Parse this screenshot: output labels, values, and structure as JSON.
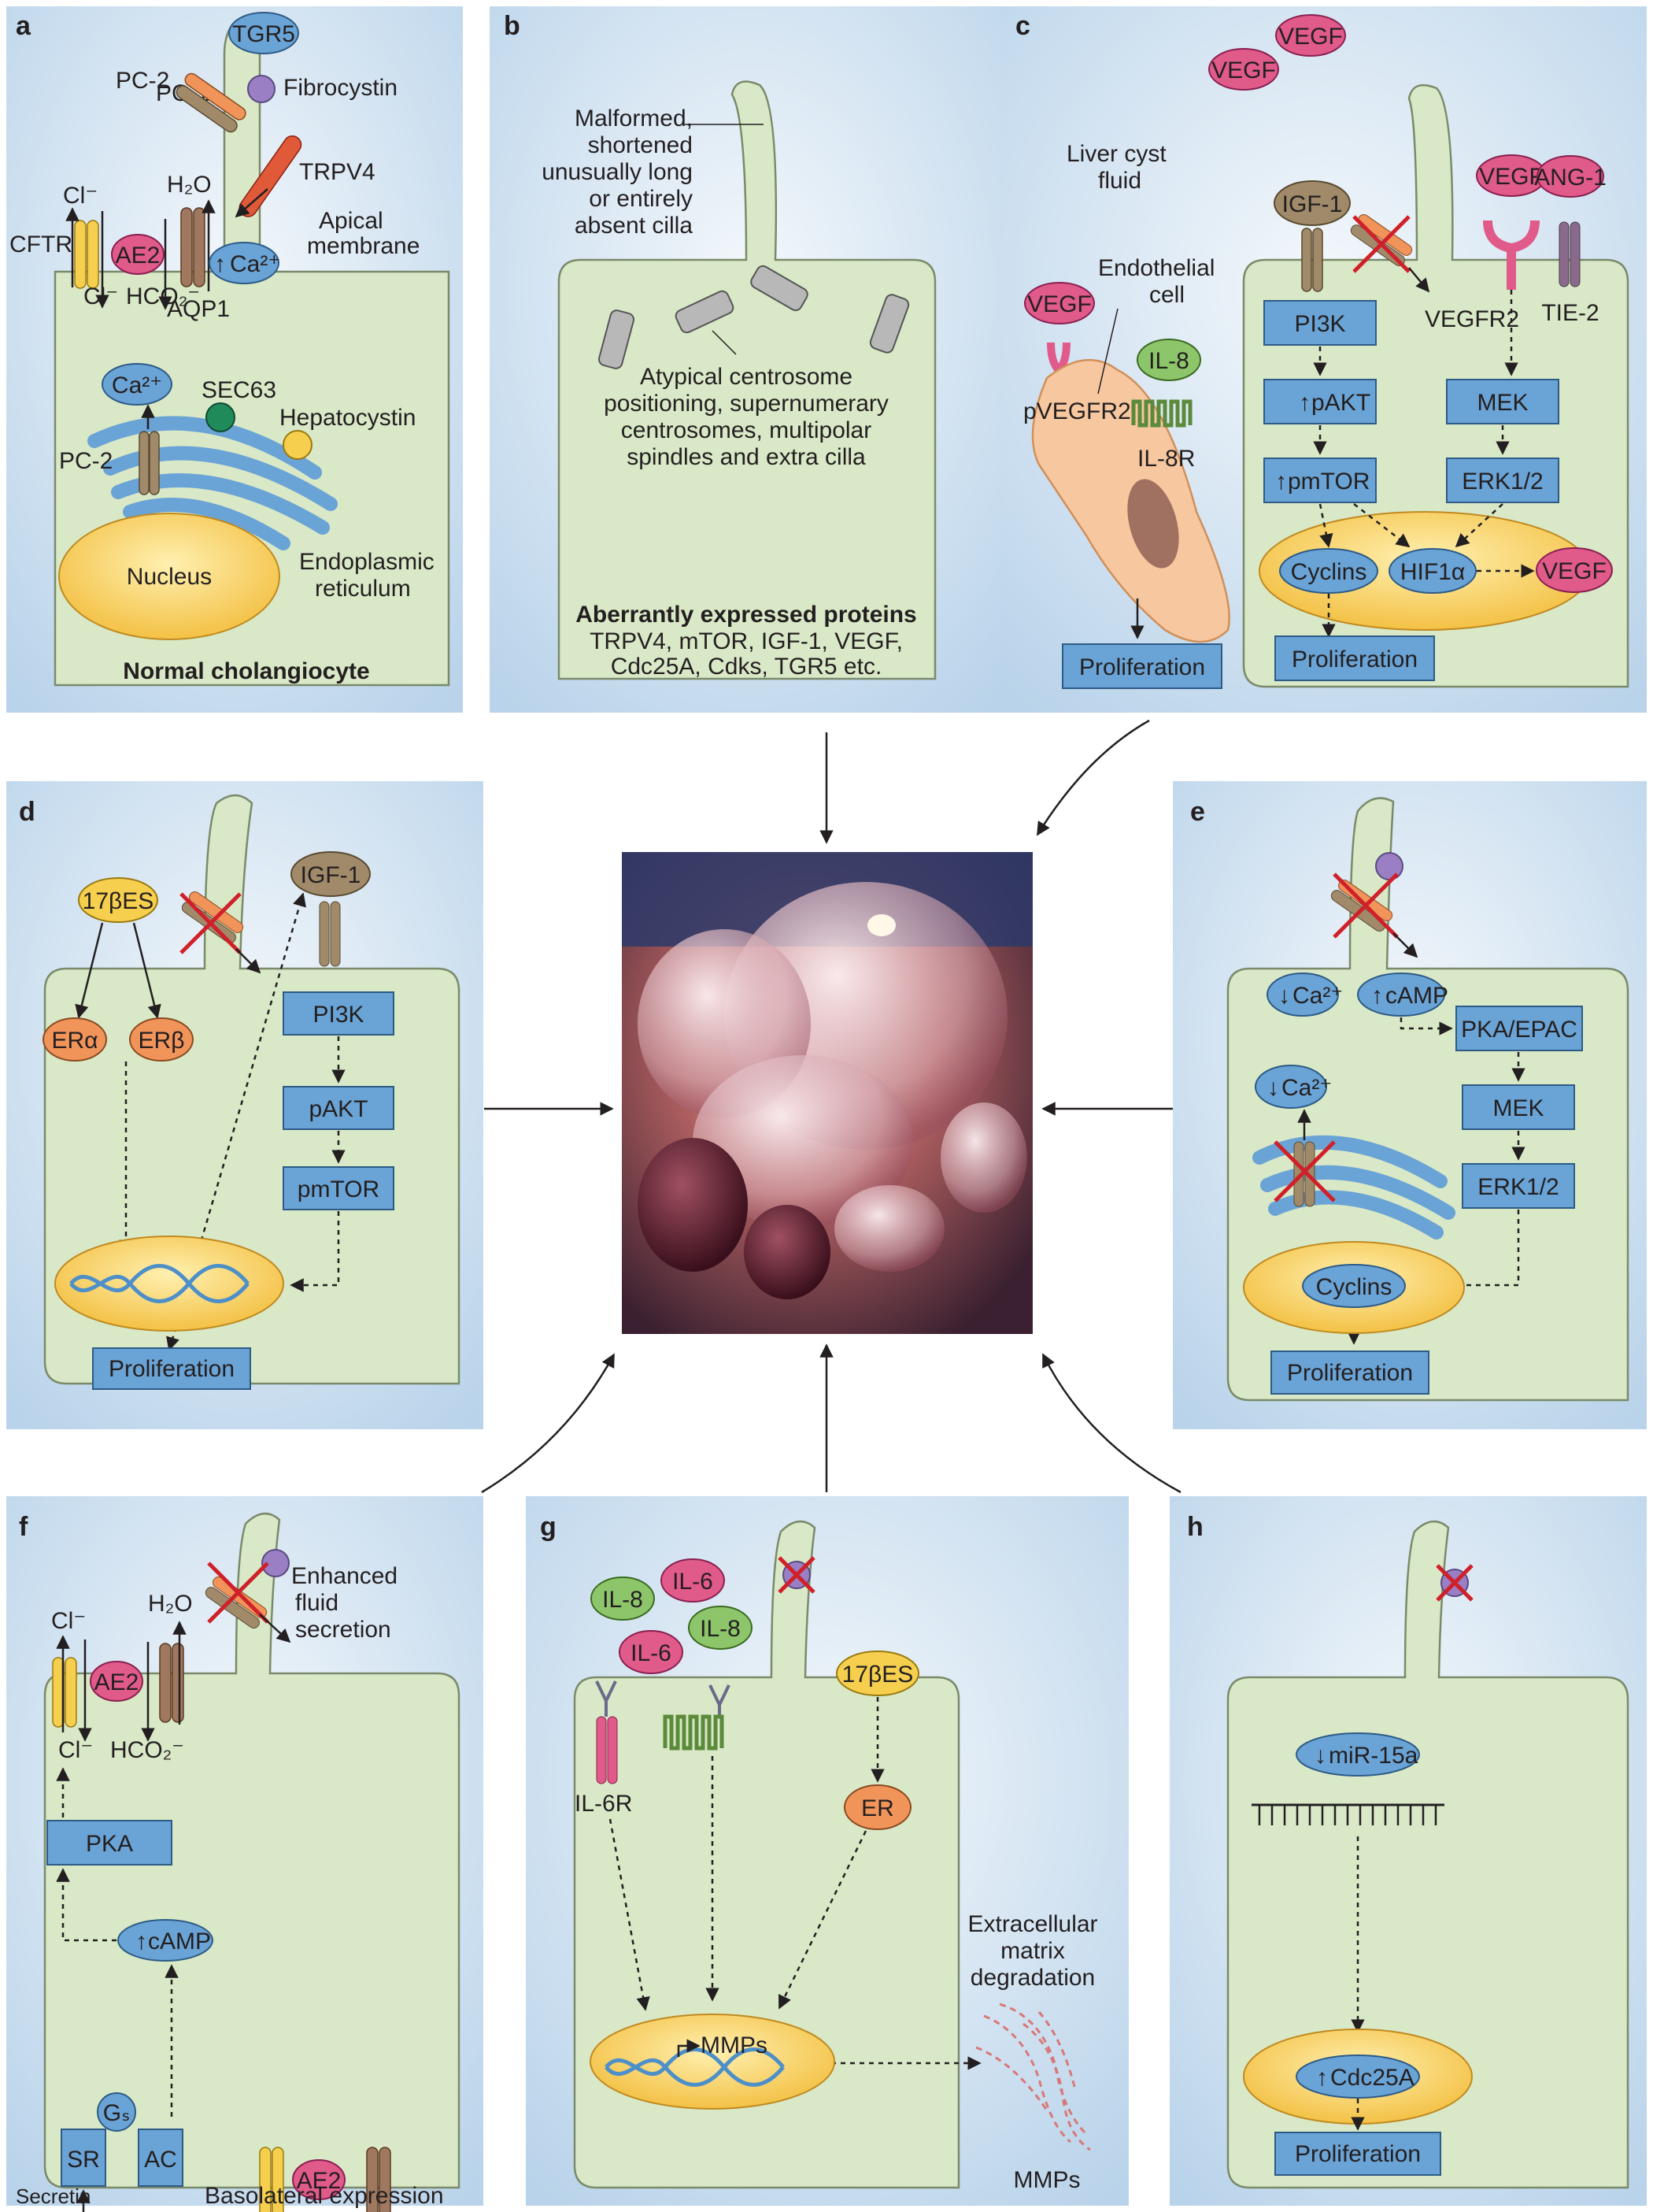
{
  "panels": {
    "a": {
      "letter": "a",
      "labels": {
        "tgr5": "TGR5",
        "pc1": "PC-1",
        "pc2_top": "PC-2",
        "fibrocystin": "Fibrocystin",
        "trpv4": "TRPV4",
        "cl_top": "Cl⁻",
        "h2o": "H₂O",
        "apical": "Apical",
        "membrane": "membrane",
        "cftr": "CFTR",
        "ae2": "AE2",
        "ca": "Ca²⁺",
        "cl_bottom": "Cl⁻",
        "hco2": "HCO₂⁻",
        "aqp1": "AQP1",
        "ca_er": "Ca²⁺",
        "sec63": "SEC63",
        "hepatocystin": "Hepatocystin",
        "pc2_er": "PC-2",
        "nucleus": "Nucleus",
        "er1": "Endoplasmic",
        "er2": "reticulum"
      },
      "caption": "Normal cholangiocyte"
    },
    "b": {
      "letter": "b",
      "cilia_note": [
        "Malformed,",
        "shortened",
        "unusually long",
        "or entirely",
        "absent cilla"
      ],
      "centrosome_note": [
        "Atypical centrosome",
        "positioning, supernumerary",
        "centrosomes, multipolar",
        "spindles and extra cilla"
      ],
      "proteins_title": "Aberrantly expressed proteins",
      "proteins": [
        "TRPV4, mTOR, IGF-1, VEGF,",
        "Cdc25A, Cdks, TGR5 etc."
      ]
    },
    "c": {
      "letter": "c",
      "vegf": "VEGF",
      "fluid1": "Liver cyst",
      "fluid2": "fluid",
      "igf1": "IGF-1",
      "ang1": "ANG-1",
      "endo1": "Endothelial",
      "endo2": "cell",
      "il8": "IL-8",
      "pvegfr2": "pVEGFR2",
      "il8r": "IL-8R",
      "vegfr2": "VEGFR2",
      "tie2": "TIE-2",
      "pi3k": "PI3K",
      "pakt": "pAKT",
      "pmtor": "pmTOR",
      "mek": "MEK",
      "erk": "ERK1/2",
      "cyclins": "Cyclins",
      "hif": "HIF1α",
      "proliferation": "Proliferation",
      "up": "↑"
    },
    "d": {
      "letter": "d",
      "es": "17βES",
      "igf1": "IGF-1",
      "era": "ERα",
      "erb": "ERβ",
      "pi3k": "PI3K",
      "pakt": "pAKT",
      "pmtor": "pmTOR",
      "proliferation": "Proliferation"
    },
    "e": {
      "letter": "e",
      "ca": "Ca²⁺",
      "camp": "cAMP",
      "pka": "PKA/EPAC",
      "mek": "MEK",
      "erk": "ERK1/2",
      "cyclins": "Cyclins",
      "proliferation": "Proliferation",
      "down": "↓",
      "up": "↑"
    },
    "f": {
      "letter": "f",
      "enh1": "Enhanced",
      "enh2": "fluid",
      "enh3": "secretion",
      "cl_top": "Cl⁻",
      "h2o": "H₂O",
      "ae2": "AE2",
      "cl_bottom": "Cl⁻",
      "hco2": "HCO₂⁻",
      "pka": "PKA",
      "camp": "cAMP",
      "gs": "Gₛ",
      "sr": "SR",
      "ac": "AC",
      "secretin": "Secretin",
      "baso": "Basolateral expression",
      "up": "↑"
    },
    "g": {
      "letter": "g",
      "il8": "IL-8",
      "il6": "IL-6",
      "es": "17βES",
      "il6r": "IL-6R",
      "er": "ER",
      "ecm1": "Extracellular",
      "ecm2": "matrix",
      "ecm3": "degradation",
      "mmps": "MMPs",
      "mmps2": "MMPs"
    },
    "h": {
      "letter": "h",
      "mir": "miR-15a",
      "cdc": "Cdc25A",
      "proliferation": "Proliferation",
      "down": "↓",
      "up": "↑"
    }
  },
  "colors": {
    "panel_bg": "#c9dced",
    "cell_fill": "#d9e8c7",
    "box_fill": "#6aa3d5",
    "pink": "#e05a8a",
    "olive": "#8c8a5a",
    "orange": "#f0945a",
    "yellow": "#f7cf4f",
    "red": "#d0202a"
  }
}
